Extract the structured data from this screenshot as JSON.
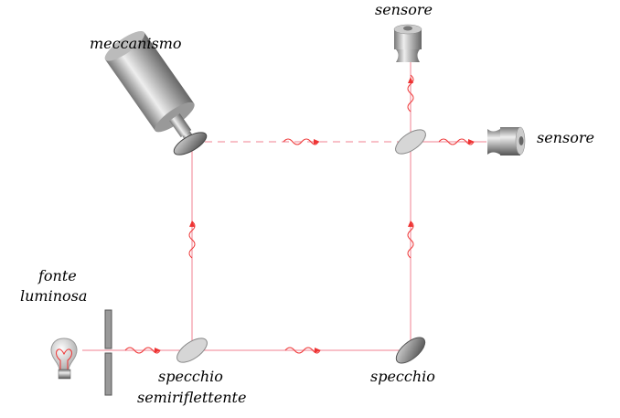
{
  "labels": {
    "mechanism": "meccanismo",
    "sensor_top": "sensore",
    "sensor_right": "sensore",
    "source_line1": "fonte",
    "source_line2": "luminosa",
    "beam_splitter_line1": "specchio",
    "beam_splitter_line2": "semiriflettente",
    "mirror": "specchio"
  },
  "colors": {
    "beam": "#ee3344",
    "metal": "#999999"
  }
}
